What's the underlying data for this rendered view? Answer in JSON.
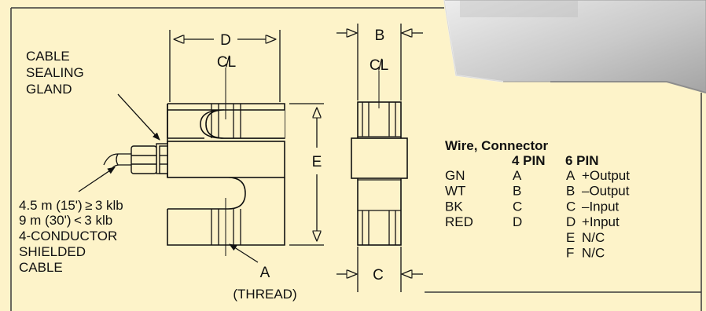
{
  "callouts": {
    "cable_gland": [
      "CABLE",
      "SEALING",
      "GLAND"
    ],
    "cable_spec": [
      "4.5 m (15') ≥ 3 klb",
      "9 m (30') < 3 klb",
      "4-CONDUCTOR",
      "SHIELDED",
      "CABLE"
    ],
    "thread": [
      "A",
      "(THREAD)"
    ]
  },
  "dimensions": {
    "d": "D",
    "e": "E",
    "b": "B",
    "c": "C",
    "centerline": "C̸L"
  },
  "wiring_table": {
    "title": "Wire, Connector",
    "headers": [
      "4 PIN",
      "6 PIN"
    ],
    "rows": [
      {
        "wire": "GN",
        "pin4": "A",
        "pin6": "A",
        "signal": "+Output"
      },
      {
        "wire": "WT",
        "pin4": "B",
        "pin6": "B",
        "signal": "–Output"
      },
      {
        "wire": "BK",
        "pin4": "C",
        "pin6": "C",
        "signal": "–Input"
      },
      {
        "wire": "RED",
        "pin4": "D",
        "pin6": "D",
        "signal": "+Input"
      },
      {
        "wire": "",
        "pin4": "",
        "pin6": "E",
        "signal": "N/C"
      },
      {
        "wire": "",
        "pin4": "",
        "pin6": "F",
        "signal": "N/C"
      }
    ]
  },
  "colors": {
    "panel_bg": "#fdf3c9",
    "border": "#3a3a3a",
    "line": "#111111",
    "photo_light": "#e2e2e2",
    "photo_dark": "#a9a9a9"
  }
}
